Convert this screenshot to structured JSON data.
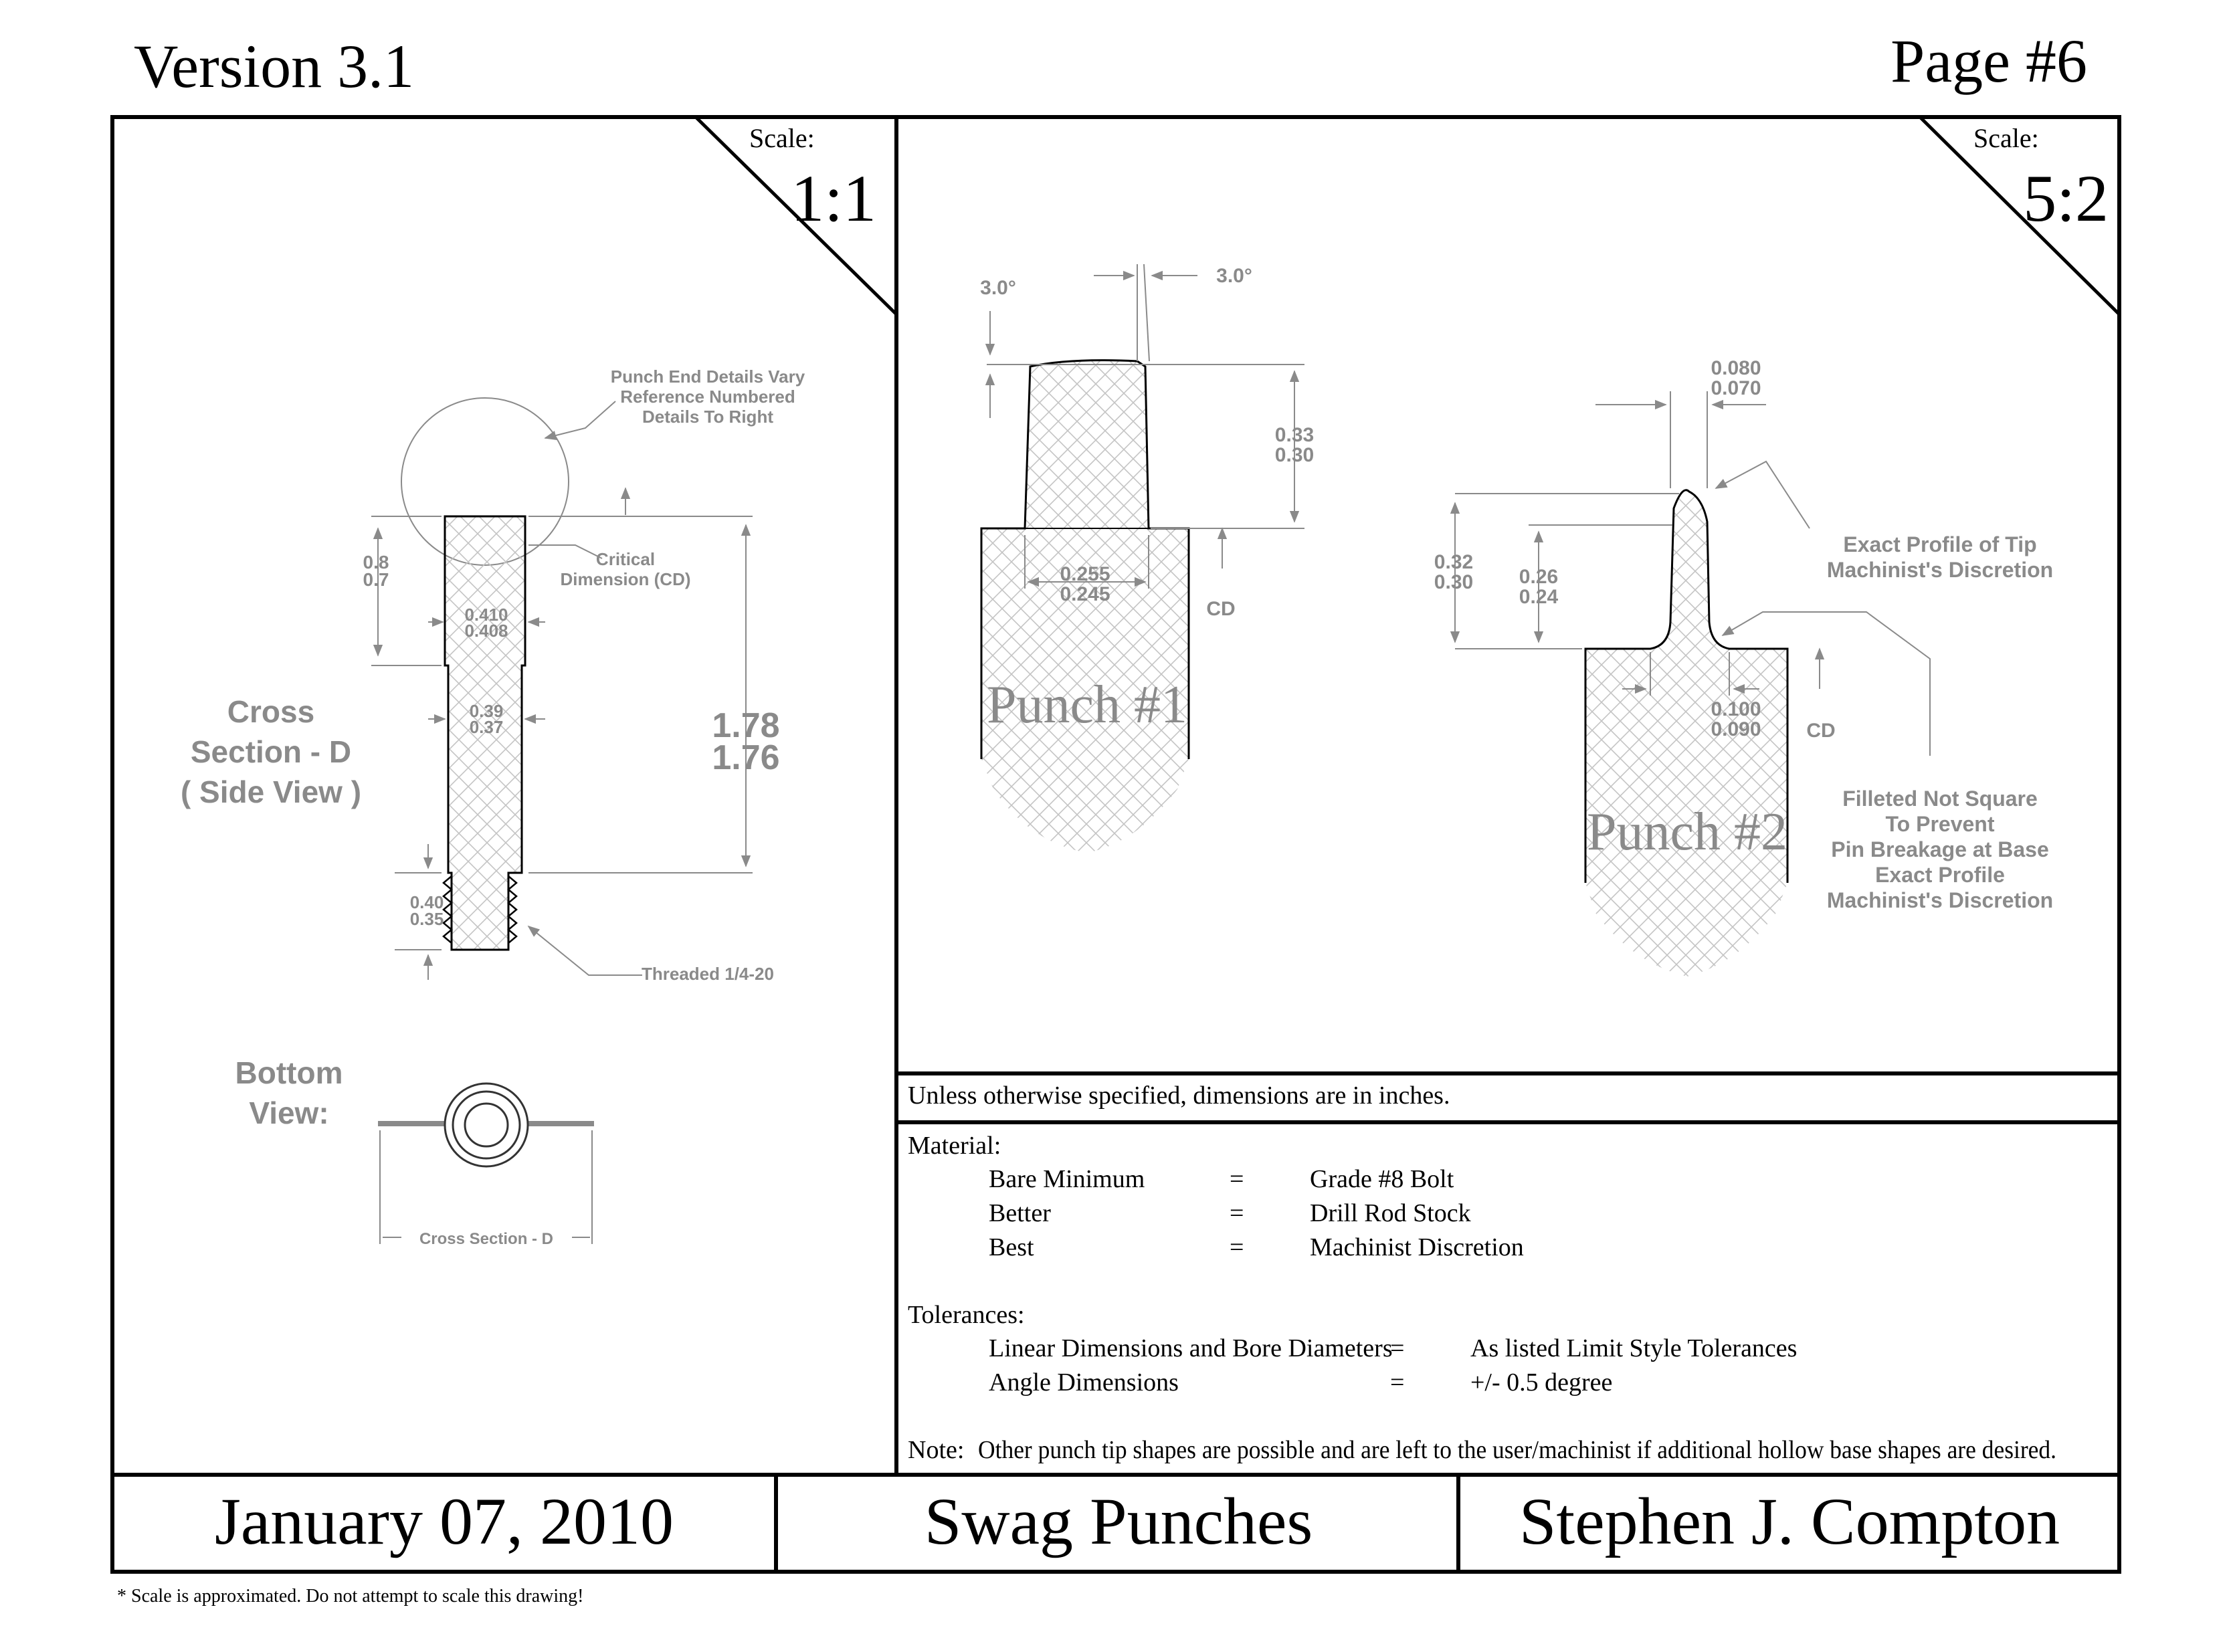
{
  "header": {
    "version": "Version 3.1",
    "page": "Page #6"
  },
  "left_panel": {
    "scale_label": "Scale:",
    "scale_value": "1:1",
    "punch_end_note": [
      "Punch End Details Vary",
      "Reference Numbered",
      "Details To Right"
    ],
    "critical_dimension": [
      "Critical",
      "Dimension (CD)"
    ],
    "dims": {
      "tip_len_max": "0.8",
      "tip_len_min": "0.7",
      "tip_dia_max": "0.410",
      "tip_dia_min": "0.408",
      "shank_dia_max": "0.39",
      "shank_dia_min": "0.37",
      "overall_max": "1.78",
      "overall_min": "1.76",
      "thread_len_max": "0.40",
      "thread_len_min": "0.35"
    },
    "threaded_label": "Threaded 1/4-20",
    "section_title": [
      "Cross",
      "Section - D",
      "( Side View )"
    ],
    "bottom_view": [
      "Bottom",
      "View:"
    ],
    "section_marker": "Cross Section - D"
  },
  "right_panel": {
    "scale_label": "Scale:",
    "scale_value": "5:2",
    "punch1": {
      "label": "Punch #1",
      "angle_left": "3.0°",
      "angle_right": "3.0°",
      "height_max": "0.33",
      "height_min": "0.30",
      "dia_max": "0.255",
      "dia_min": "0.245",
      "cd": "CD"
    },
    "punch2": {
      "label": "Punch #2",
      "tip_width_max": "0.080",
      "tip_width_min": "0.070",
      "tip_note": [
        "Exact Profile of Tip",
        "Machinist's Discretion"
      ],
      "height_outer_max": "0.32",
      "height_outer_min": "0.30",
      "height_inner_max": "0.26",
      "height_inner_min": "0.24",
      "base_dia_max": "0.100",
      "base_dia_min": "0.090",
      "cd": "CD",
      "fillet_note": [
        "Filleted Not Square",
        "To Prevent",
        "Pin Breakage at Base",
        "Exact Profile",
        "Machinist's Discretion"
      ]
    }
  },
  "notes": {
    "units": "Unless otherwise specified, dimensions are in inches.",
    "material_title": "Material:",
    "materials": [
      {
        "grade": "Bare Minimum",
        "eq": "=",
        "value": "Grade #8 Bolt"
      },
      {
        "grade": "Better",
        "eq": "=",
        "value": "Drill Rod Stock"
      },
      {
        "grade": "Best",
        "eq": "=",
        "value": "Machinist Discretion"
      }
    ],
    "tolerances_title": "Tolerances:",
    "tolerances": [
      {
        "item": "Linear Dimensions and Bore Diameters",
        "eq": "=",
        "value": "As listed Limit Style Tolerances"
      },
      {
        "item": "Angle Dimensions",
        "eq": "=",
        "value": "+/- 0.5 degree"
      }
    ],
    "note_label": "Note:",
    "note_text": "Other punch tip shapes are possible and are left to the user/machinist if additional hollow base shapes are desired."
  },
  "title_block": {
    "date": "January 07, 2010",
    "title": "Swag Punches",
    "author": "Stephen J. Compton"
  },
  "footnote": "* Scale is approximated.  Do not attempt to scale this drawing!"
}
